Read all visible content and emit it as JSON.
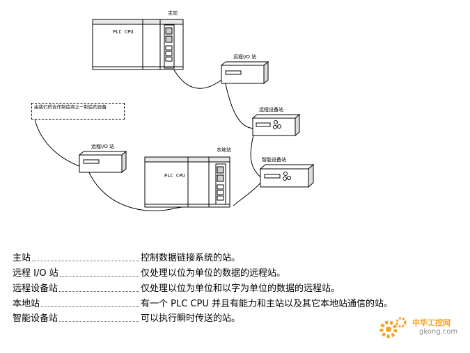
{
  "diagram": {
    "master_label": "主站",
    "master_cpu": "PLC CPU",
    "remote_io_top_label": "远程I/O 站",
    "remote_device_label": "远程设备站",
    "intelligent_device_label": "智能设备站",
    "remote_io_left_label": "远程I/O 站",
    "local_label": "本地站",
    "local_cpu": "PLC CPU",
    "note_text": "由我们的合作制造商之一制造的设备"
  },
  "legend": [
    {
      "term": "主站",
      "desc": "控制数据链接系统的站。"
    },
    {
      "term": "远程 I/O 站",
      "desc": "仅处理以位为单位的数据的远程站。"
    },
    {
      "term": "远程设备站",
      "desc": "仅处理以位为单位和以字为单位的数据的远程站。"
    },
    {
      "term": "本地站",
      "desc": "有一个 PLC CPU 并且有能力和主站以及其它本地站通信的站。"
    },
    {
      "term": "智能设备站",
      "desc": "可以执行瞬时传送的站。"
    }
  ],
  "watermark": {
    "title": "中华工控网",
    "url": "gkong.com"
  }
}
